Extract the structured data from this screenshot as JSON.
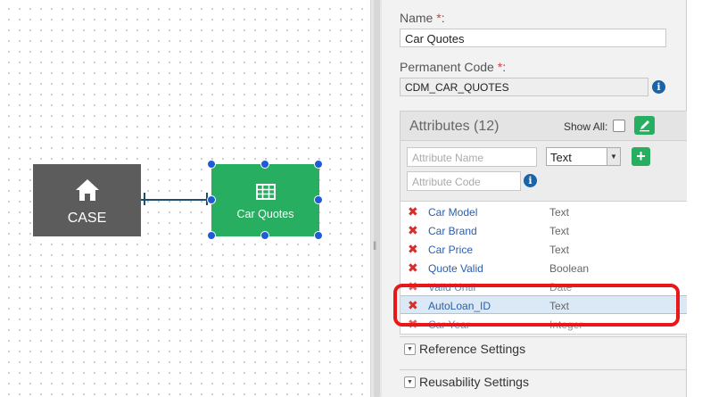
{
  "canvas": {
    "case_node_label": "CASE",
    "entity_node_label": "Car Quotes"
  },
  "form": {
    "name_label": "Name",
    "name_required": "*",
    "name_suffix": ":",
    "name_value": "Car Quotes",
    "code_label": "Permanent Code",
    "code_required": "*",
    "code_suffix": ":",
    "code_value": "CDM_CAR_QUOTES",
    "info_glyph": "i"
  },
  "attributes": {
    "title": "Attributes (12)",
    "show_all_label": "Show All:",
    "name_placeholder": "Attribute Name",
    "code_placeholder": "Attribute Code",
    "type_selected": "Text",
    "add_glyph": "+",
    "remove_glyph": "✖",
    "rows": [
      {
        "name": "Car Model",
        "type": "Text"
      },
      {
        "name": "Car Brand",
        "type": "Text"
      },
      {
        "name": "Car Price",
        "type": "Text"
      },
      {
        "name": "Quote Valid",
        "type": "Boolean"
      },
      {
        "name": "Valid Until",
        "type": "Date"
      },
      {
        "name": "AutoLoan_ID",
        "type": "Text"
      },
      {
        "name": "Car Year",
        "type": "Integer"
      }
    ]
  },
  "sections": {
    "reference": "Reference Settings",
    "reusability": "Reusability Settings"
  },
  "colors": {
    "accent_green": "#27ae60",
    "case_gray": "#5c5c5c",
    "link_blue": "#2d5ea8",
    "remove_red": "#d62d2d",
    "highlight_red": "#e8171a"
  }
}
